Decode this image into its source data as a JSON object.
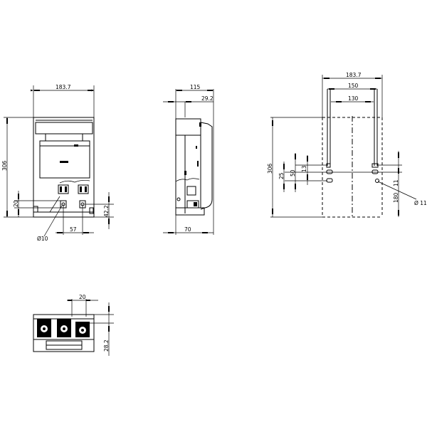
{
  "drawing": {
    "front_view": {
      "width_label": "183.7",
      "height_label": "306",
      "offset_label": "20",
      "terminal_height_label": "42.2",
      "terminal_spacing_label": "57",
      "hole_label": "Ø10"
    },
    "side_view": {
      "depth_label": "115",
      "cover_label": "29.2",
      "base_depth_label": "70"
    },
    "mounting_view": {
      "outer_width_label": "183.7",
      "mid_width_label": "150",
      "inner_width_label": "130",
      "height_label": "306",
      "v_25_label": "25",
      "v_50_label": "50",
      "v_13_label": "13",
      "v_11_label": "11",
      "v_180_label": "180",
      "hole_label": "Ø 11"
    },
    "bottom_view": {
      "pitch_label": "20",
      "depth_label": "28.2"
    }
  }
}
